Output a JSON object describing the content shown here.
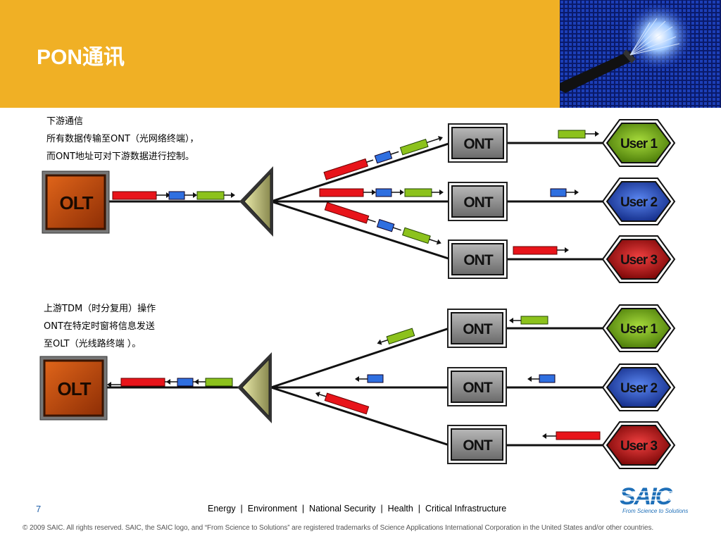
{
  "slide": {
    "title": "PON通讯",
    "page_number": "7"
  },
  "downstream": {
    "note_lines": [
      "下游通信",
      "所有数据传输至ONT（光网络终端），",
      "而ONT地址可对下游数据进行控制。"
    ],
    "olt_label": "OLT",
    "ont_labels": [
      "ONT",
      "ONT",
      "ONT"
    ],
    "user_labels": [
      "User 1",
      "User 2",
      "User 3"
    ]
  },
  "upstream": {
    "note_lines": [
      "上游TDM（时分复用）操作",
      "ONT在特定时窗将信息发送",
      "至OLT（光线路终端 ）。"
    ],
    "olt_label": "OLT",
    "ont_labels": [
      "ONT",
      "ONT",
      "ONT"
    ],
    "user_labels": [
      "User 1",
      "User 2",
      "User 3"
    ]
  },
  "colors": {
    "header": "#F0B025",
    "user1": "#7AB317",
    "user2": "#2A4FC8",
    "user3": "#D10F0F",
    "packet_red": "#E8141A",
    "packet_blue": "#2F6FE0",
    "packet_green": "#8CC21C",
    "olt": "#C44A0C"
  },
  "footer": {
    "links": "Energy  |  Environment  |  National Security  |  Health  |  Critical Infrastructure",
    "copyright": "© 2009 SAIC. All rights reserved. SAIC, the SAIC logo, and “From Science to Solutions” are registered trademarks of Science Applications International Corporation in the United States and/or other countries."
  },
  "logo": {
    "name": "SAIC",
    "tagline": "From Science to Solutions"
  }
}
